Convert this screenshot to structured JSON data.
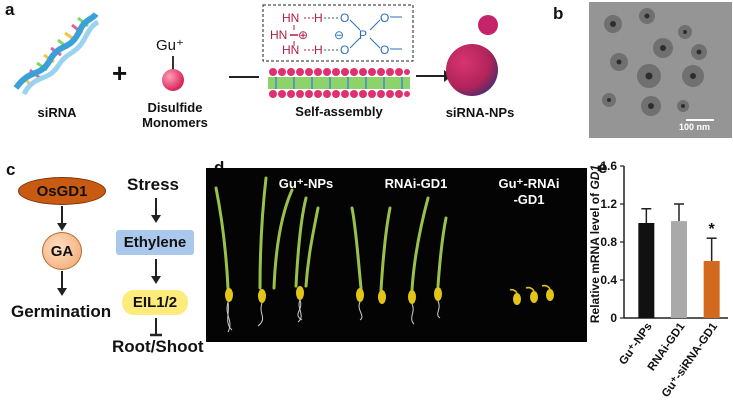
{
  "panel_a": {
    "label": "a",
    "sirna": "siRNA",
    "plus": "+",
    "gu": "Gu⁺",
    "monomers_1": "Disulfide",
    "monomers_2": "Monomers",
    "self_assembly": "Self-assembly",
    "np": "siRNA-NPs",
    "hn1": "HN",
    "hn2": "HN",
    "h1": "H",
    "h2": "H",
    "o1": "O",
    "o2": "O",
    "o3": "O",
    "o4": "O",
    "p": "P",
    "plus_sign": "⊕",
    "minus_sign": "⊖"
  },
  "panel_b": {
    "label": "b",
    "scale": "100 nm"
  },
  "panel_c": {
    "label": "c",
    "osgd1": "OsGD1",
    "ga": "GA",
    "germination": "Germination",
    "stress": "Stress",
    "ethylene": "Ethylene",
    "eil": "EIL1/2",
    "rootshoot": "Root/Shoot"
  },
  "panel_d": {
    "label": "d",
    "g1": "Gu⁺-NPs",
    "g2": "RNAi-GD1",
    "g3_1": "Gu⁺-RNAi",
    "g3_2": "-GD1"
  },
  "panel_e": {
    "label": "e",
    "chart_data": {
      "type": "bar",
      "categories": [
        "Gu⁺-NPs",
        "RNAi-GD1",
        "Gu⁺-siRNA-GD1"
      ],
      "values": [
        1.0,
        1.02,
        0.6
      ],
      "errors": [
        0.15,
        0.18,
        0.24
      ],
      "colors": [
        "#111111",
        "#a9a9a9",
        "#d2691e"
      ],
      "ylabel_pre": "Relative mRNA level of ",
      "ylabel_gene": "GD1",
      "ylim": [
        0,
        1.6
      ],
      "yticks": [
        "0",
        "0.4",
        "0.8",
        "1.2",
        "1.6"
      ],
      "yticks_values": [
        0,
        0.4,
        0.8,
        1.2,
        1.6
      ],
      "significance": "*"
    }
  }
}
